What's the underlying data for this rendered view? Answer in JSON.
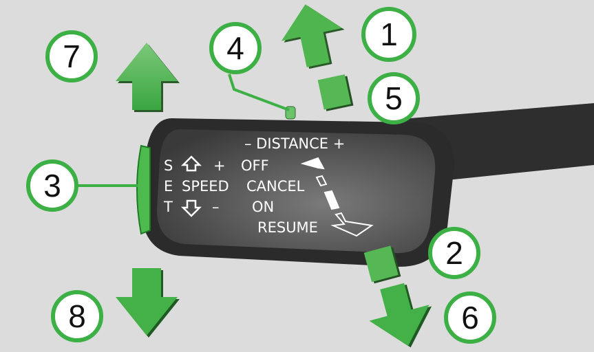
{
  "labels": {
    "distance": "– DISTANCE +",
    "s": "S",
    "e": "E",
    "t": "T",
    "plus": "+",
    "minus": "–",
    "speed": "SPEED",
    "off": "OFF",
    "cancel": "CANCEL",
    "on": "ON",
    "resume": "RESUME"
  },
  "callouts": [
    "1",
    "2",
    "3",
    "4",
    "5",
    "6",
    "7",
    "8"
  ],
  "colors": {
    "green": "#3cb044",
    "green_light": "#6cc46a",
    "stalk": "#3a3a3a",
    "background": "#dcdcdc"
  }
}
